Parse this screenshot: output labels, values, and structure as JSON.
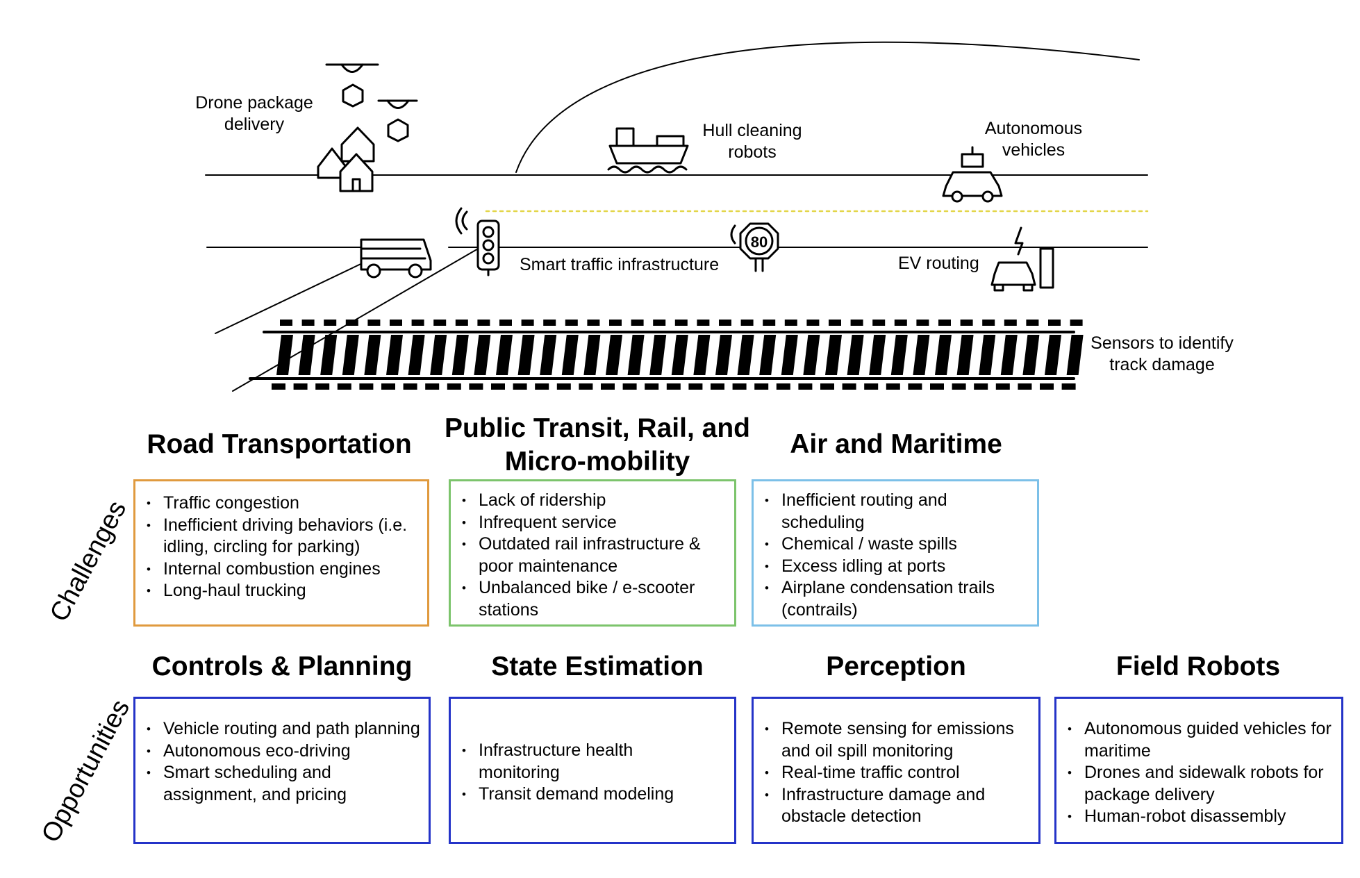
{
  "scene": {
    "drone_label": "Drone package delivery",
    "hull_label": "Hull cleaning robots",
    "av_label": "Autonomous vehicles",
    "traffic_label": "Smart traffic infrastructure",
    "ev_label": "EV routing",
    "rail_label": "Sensors to identify track damage",
    "speed_sign": "80",
    "colors": {
      "dotted_line": "#e3d64a"
    }
  },
  "row_labels": {
    "challenges": "Challenges",
    "opportunities": "Opportunities"
  },
  "challenges": {
    "road": {
      "title": "Road Transportation",
      "color": "#e09a3e",
      "items": [
        "Traffic congestion",
        "Inefficient driving behaviors (i.e. idling, circling for parking)",
        "Internal combustion engines",
        "Long-haul trucking"
      ]
    },
    "transit": {
      "title": "Public Transit, Rail, and Micro-mobility",
      "color": "#7cc46c",
      "items": [
        "Lack of ridership",
        "Infrequent service",
        "Outdated rail infrastructure & poor maintenance",
        "Unbalanced bike / e-scooter stations"
      ]
    },
    "air": {
      "title": "Air and Maritime",
      "color": "#7cc0e8",
      "items": [
        "Inefficient routing and scheduling",
        "Chemical / waste spills",
        "Excess idling at ports",
        "Airplane condensation trails (contrails)"
      ]
    }
  },
  "opportunities": {
    "controls": {
      "title": "Controls & Planning",
      "color": "#2433c8",
      "items": [
        "Vehicle routing and path planning",
        "Autonomous eco-driving",
        "Smart scheduling and assignment, and pricing"
      ]
    },
    "state": {
      "title": "State Estimation",
      "color": "#2433c8",
      "items": [
        "Infrastructure health monitoring",
        "Transit demand modeling"
      ]
    },
    "perception": {
      "title": "Perception",
      "color": "#2433c8",
      "items": [
        "Remote sensing for emissions and oil spill monitoring",
        "Real-time traffic control",
        "Infrastructure damage and obstacle detection"
      ]
    },
    "field": {
      "title": "Field Robots",
      "color": "#2433c8",
      "items": [
        "Autonomous guided vehicles for maritime",
        "Drones and sidewalk robots for package delivery",
        "Human-robot disassembly"
      ]
    }
  }
}
